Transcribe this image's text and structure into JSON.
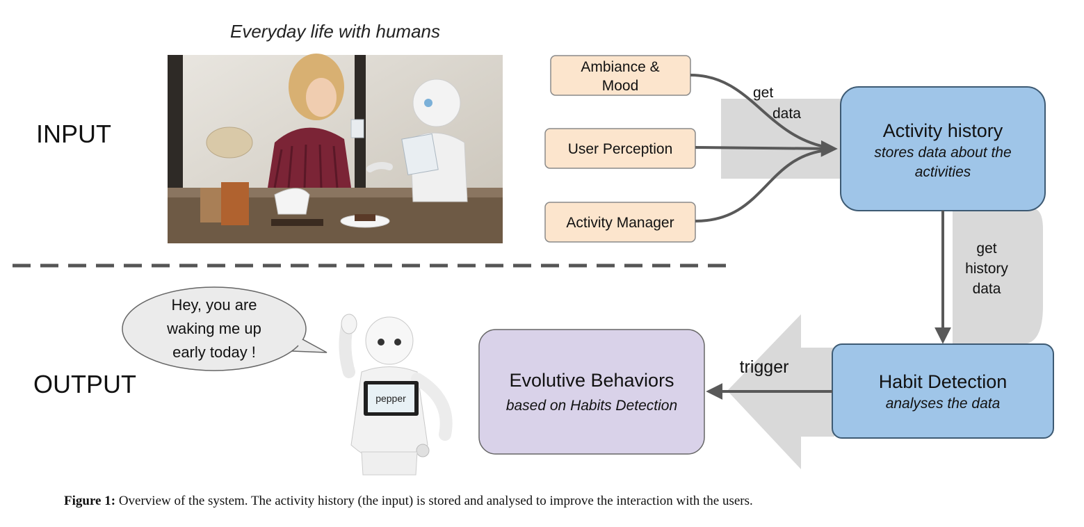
{
  "labels": {
    "input": "INPUT",
    "output": "OUTPUT",
    "photo_caption": "Everyday life with humans"
  },
  "inputs": {
    "ambiance_line1": "Ambiance &",
    "ambiance_line2": "Mood",
    "user_perception": "User Perception",
    "activity_manager": "Activity Manager"
  },
  "edges": {
    "get_data_line1": "get",
    "get_data_line2": "data",
    "get_history_line1": "get",
    "get_history_line2": "history",
    "get_history_line3": "data",
    "trigger": "trigger"
  },
  "nodes": {
    "activity_history": {
      "title": "Activity history",
      "desc_line1": "stores data about the",
      "desc_line2": "activities"
    },
    "habit_detection": {
      "title": "Habit Detection",
      "desc": "analyses the data"
    },
    "evolutive_behaviors": {
      "title": "Evolutive Behaviors",
      "desc": "based on Habits Detection"
    }
  },
  "speech": {
    "line1": "Hey, you are",
    "line2": "waking me up",
    "line3": "early today !"
  },
  "robot_tablet_text": "pepper",
  "caption": {
    "label": "Figure 1:",
    "text": " Overview of the system. The activity history (the input) is stored and analysed to improve the interaction with the users."
  },
  "colors": {
    "input_box": "#fce5cd",
    "node_blue": "#9fc5e8",
    "node_purple": "#d9d2e9",
    "arrow_gray": "#595959",
    "band_gray": "#d9d9d9"
  }
}
